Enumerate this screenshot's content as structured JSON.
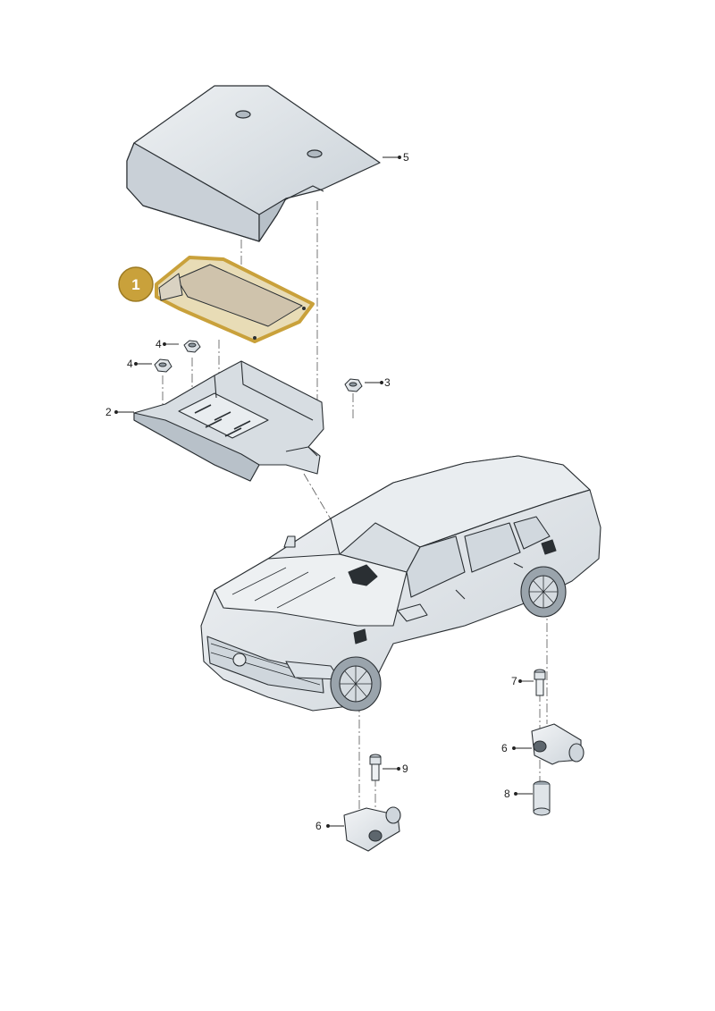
{
  "callouts": [
    {
      "id": "5",
      "label": "5"
    },
    {
      "id": "4a",
      "label": "4"
    },
    {
      "id": "4b",
      "label": "4"
    },
    {
      "id": "3",
      "label": "3"
    },
    {
      "id": "2",
      "label": "2"
    },
    {
      "id": "7",
      "label": "7"
    },
    {
      "id": "6a",
      "label": "6"
    },
    {
      "id": "8",
      "label": "8"
    },
    {
      "id": "9",
      "label": "9"
    },
    {
      "id": "6b",
      "label": "6"
    }
  ],
  "highlight": {
    "label": "1",
    "color": "#c9a13b"
  },
  "colors": {
    "part_fill": "#dfe4e8",
    "part_shade": "#c4ccd3",
    "line": "#2a2f33",
    "module_fill": "#c9bfa9"
  }
}
